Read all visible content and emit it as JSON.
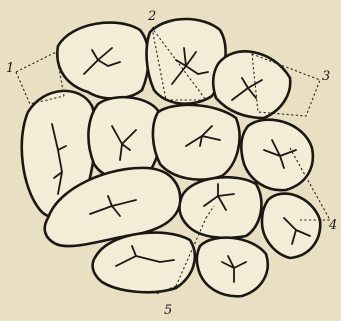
{
  "labels": [
    "1",
    "2",
    "3",
    "4",
    "5"
  ],
  "colors": {
    "background": "#e9dfc2",
    "cell_fill": "#f3ecd6",
    "ink": "#1c1712"
  }
}
